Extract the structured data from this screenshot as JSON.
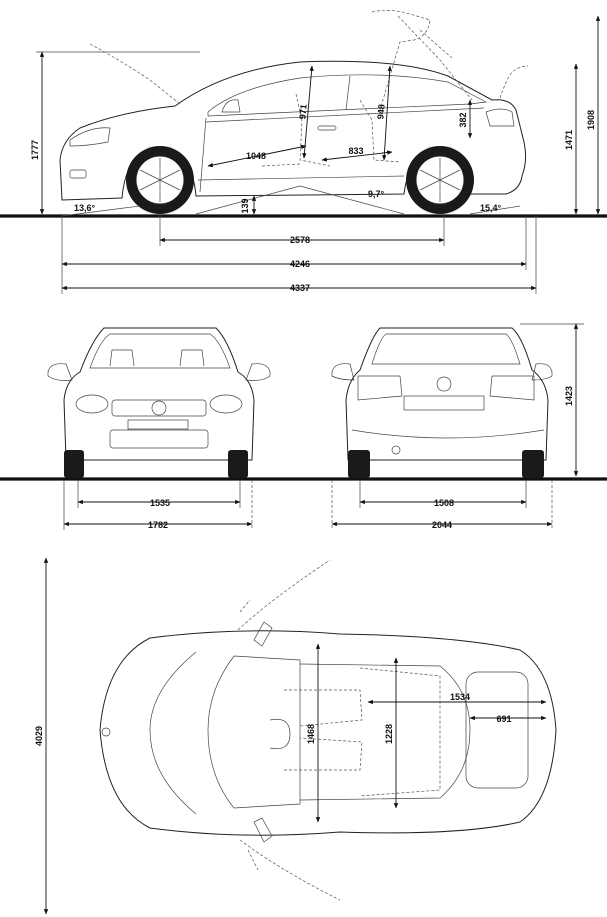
{
  "side_view": {
    "overall_height": "1777",
    "rear_height_roof": "1471",
    "height_roof_open": "1908",
    "roof_to_belt_front": "971",
    "roof_to_belt_rear": "948",
    "rear_overhang_height": "382",
    "front_seat_length": "1048",
    "rear_seat_length": "833",
    "ground_clearance": "139",
    "approach_angle": "13,6°",
    "ramp_angle": "9,7°",
    "departure_angle": "15,4°",
    "wheelbase": "2578",
    "length_body": "4246",
    "length_overall": "4337"
  },
  "front_view": {
    "front_track": "1535",
    "width": "1782"
  },
  "rear_view": {
    "rear_track": "1508",
    "width_mirrors": "2044",
    "height": "1423"
  },
  "top_view": {
    "length": "4029",
    "width_front_seats": "1468",
    "width_rear_seats": "1228",
    "boot_length": "1534",
    "boot_depth": "691"
  },
  "brand_color": "#111111"
}
